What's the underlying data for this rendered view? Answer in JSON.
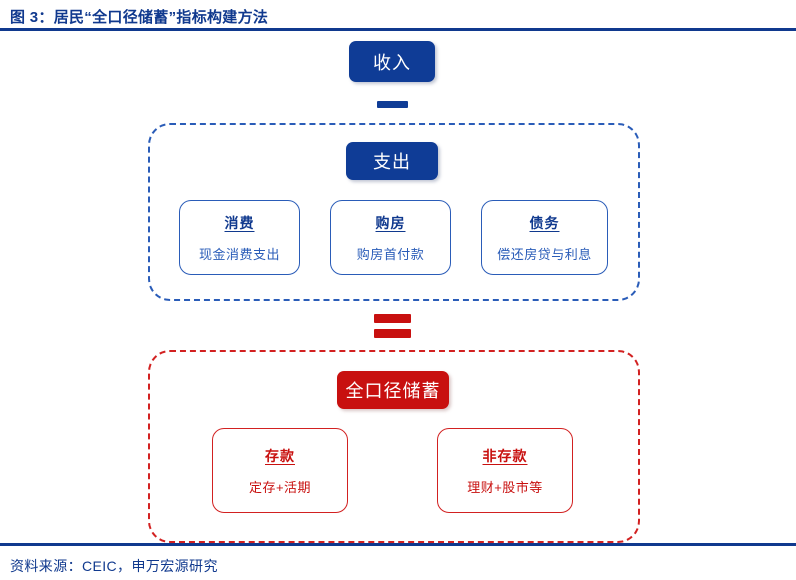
{
  "figure": {
    "title": "图 3：居民“全口径储蓄”指标构建方法",
    "source": "资料来源：CEIC，申万宏源研究"
  },
  "colors": {
    "brand_blue": "#10398E",
    "pill_blue": "#0F3C96",
    "line_blue": "#2A5CB8",
    "brand_red": "#C8100F",
    "line_red": "#D22121",
    "white": "#FFFFFF"
  },
  "nodes": {
    "income": {
      "label": "收入"
    },
    "operator_minus": {
      "symbol": "−",
      "name": "minus"
    },
    "expenditure": {
      "header": "支出",
      "cards": [
        {
          "title": "消费",
          "desc": "现金消费支出"
        },
        {
          "title": "购房",
          "desc": "购房首付款"
        },
        {
          "title": "债务",
          "desc": "偿还房贷与利息"
        }
      ]
    },
    "operator_equals": {
      "symbol": "=",
      "name": "equals"
    },
    "savings": {
      "header": "全口径储蓄",
      "cards": [
        {
          "title": "存款",
          "desc": "定存+活期"
        },
        {
          "title": "非存款",
          "desc": "理财+股市等"
        }
      ]
    }
  }
}
